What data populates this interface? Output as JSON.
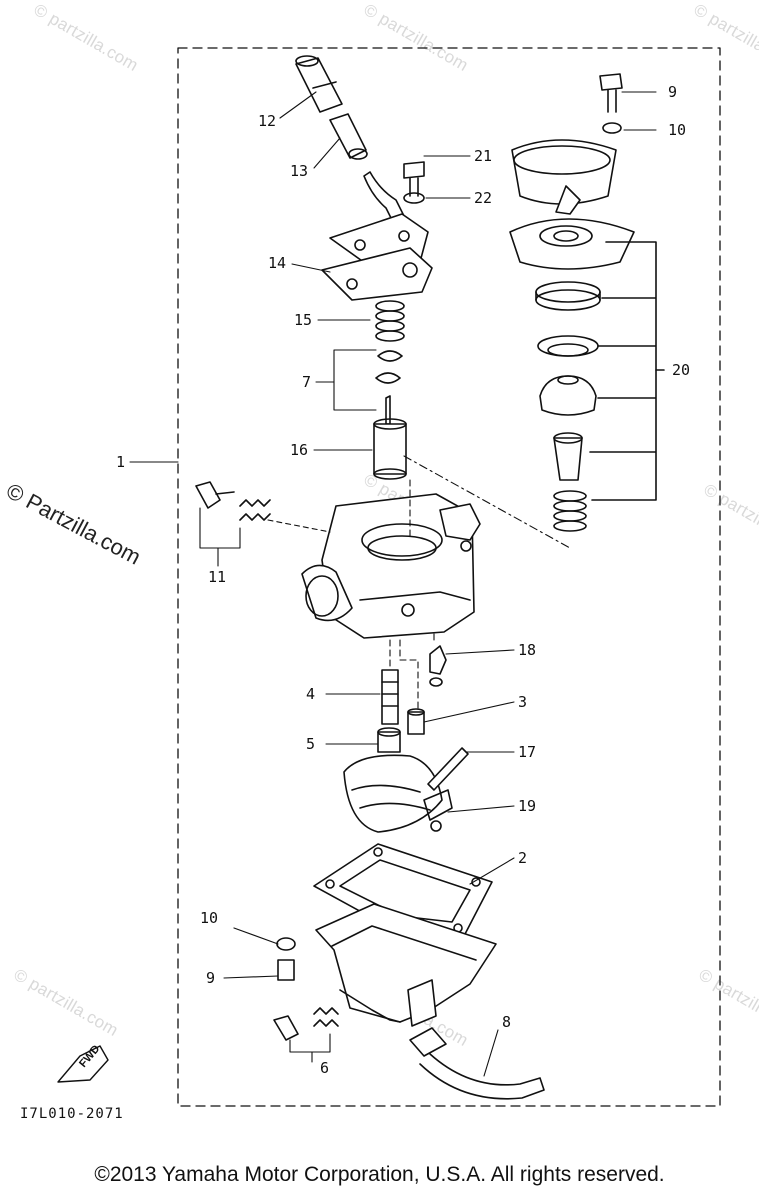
{
  "watermark": {
    "text": "© Partzilla.com",
    "faint_text": "© partzilla.com"
  },
  "callouts": [
    {
      "id": "c12",
      "text": "12"
    },
    {
      "id": "c13",
      "text": "13"
    },
    {
      "id": "c21",
      "text": "21"
    },
    {
      "id": "c22",
      "text": "22"
    },
    {
      "id": "c14",
      "text": "14"
    },
    {
      "id": "c15",
      "text": "15"
    },
    {
      "id": "c7",
      "text": "7"
    },
    {
      "id": "c16",
      "text": "16"
    },
    {
      "id": "c1",
      "text": "1"
    },
    {
      "id": "c11",
      "text": "11"
    },
    {
      "id": "c9a",
      "text": "9"
    },
    {
      "id": "c10a",
      "text": "10"
    },
    {
      "id": "c20",
      "text": "20"
    },
    {
      "id": "c18",
      "text": "18"
    },
    {
      "id": "c4",
      "text": "4"
    },
    {
      "id": "c3",
      "text": "3"
    },
    {
      "id": "c5",
      "text": "5"
    },
    {
      "id": "c17",
      "text": "17"
    },
    {
      "id": "c19",
      "text": "19"
    },
    {
      "id": "c2",
      "text": "2"
    },
    {
      "id": "c10b",
      "text": "10"
    },
    {
      "id": "c9b",
      "text": "9"
    },
    {
      "id": "c8",
      "text": "8"
    },
    {
      "id": "c6",
      "text": "6"
    }
  ],
  "fwd_label": "FWD",
  "drawing_code": "I7L010-2071",
  "copyright": "©2013 Yamaha Motor Corporation, U.S.A. All rights reserved."
}
